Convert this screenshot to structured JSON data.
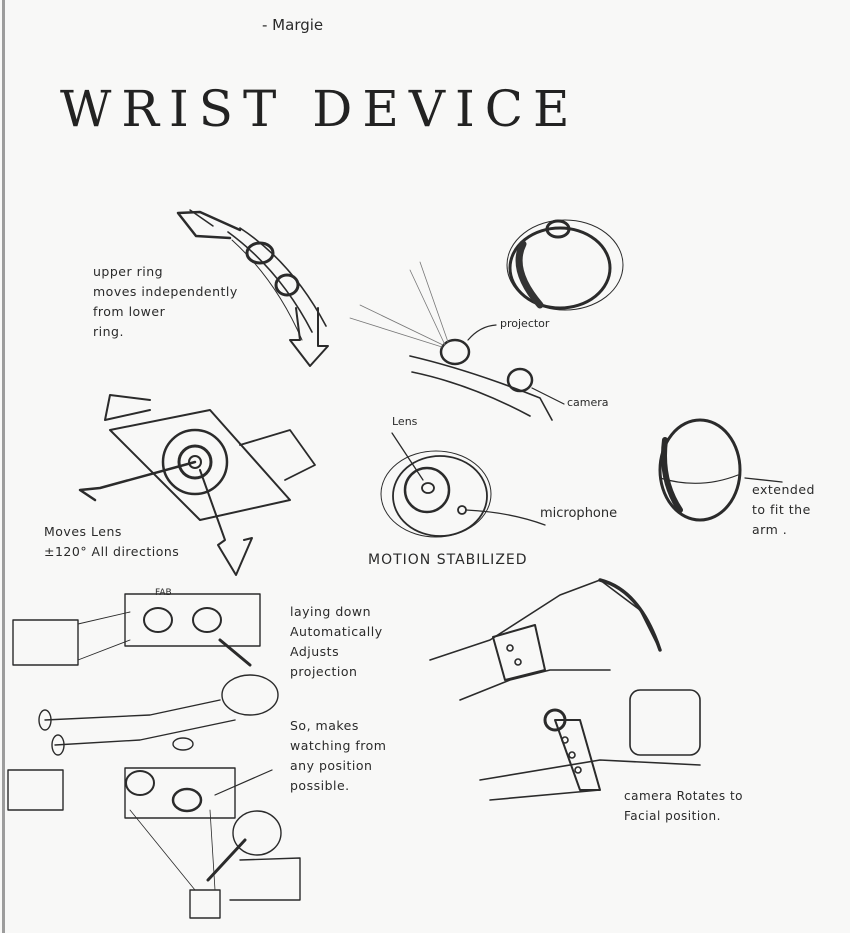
{
  "signature": "- Margie",
  "title": "WRIST DEVICE",
  "annotations": {
    "upper_ring": [
      "upper ring",
      "moves independently",
      "from lower",
      "ring."
    ],
    "projector": "projector",
    "camera": "camera",
    "lens_top": "Lens",
    "microphone": "microphone",
    "extended": [
      "extended",
      "to fit the",
      "arm ."
    ],
    "moves_lens": [
      "Moves Lens",
      "±120° All directions"
    ],
    "motion_stabilized": "MOTION STABILIZED",
    "laying_down": [
      "laying down",
      "Automatically",
      "Adjusts",
      "projection"
    ],
    "so_makes": [
      "So, makes",
      "watching from",
      "any position",
      "possible."
    ],
    "camera_rotates": [
      "camera Rotates to",
      "Facial position."
    ],
    "screen_label": "FAB"
  }
}
